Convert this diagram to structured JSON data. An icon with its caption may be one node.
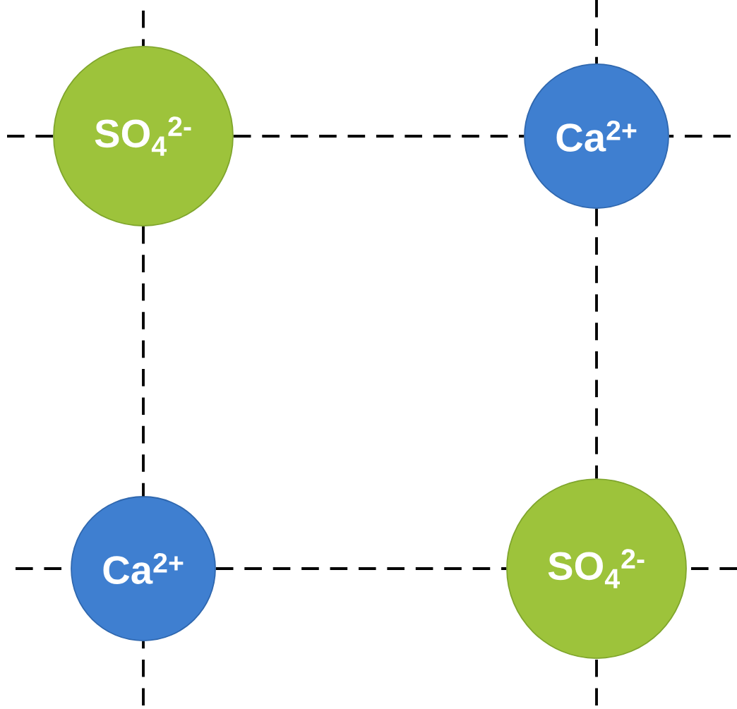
{
  "diagram": {
    "nodes": [
      {
        "text": [
          "SO$_{4}$$^{2-}$"
        ]
      },
      {
        "text": [
          "Ca$^{2+}$"
        ]
      },
      {
        "text": [
          "Ca$^{2+}$"
        ]
      },
      {
        "text": [
          "SO$_{4}$$^{2-}$"
        ]
      }
    ],
    "edges": [
      {
        "from": 0,
        "to": 1,
        "arrow": "none",
        "style": "dashed"
      },
      {
        "from": 0,
        "to": 2,
        "arrow": "none",
        "style": "dashed"
      },
      {
        "from": 1,
        "to": 3,
        "arrow": "none",
        "style": "dashed"
      },
      {
        "from": 2,
        "to": 3,
        "arrow": "none",
        "style": "dashed"
      },
      {
        "from": null,
        "to": 0,
        "arrow": "none",
        "style": "dashed"
      },
      {
        "from": null,
        "to": 0,
        "arrow": "none",
        "style": "dashed"
      },
      {
        "from": null,
        "to": 1,
        "arrow": "none",
        "style": "dashed"
      },
      {
        "from": null,
        "to": 1,
        "arrow": "none",
        "style": "dashed"
      },
      {
        "from": null,
        "to": 2,
        "arrow": "none",
        "style": "dashed"
      },
      {
        "from": null,
        "to": 2,
        "arrow": "none",
        "style": "dashed"
      },
      {
        "from": null,
        "to": 3,
        "arrow": "none",
        "style": "dashed"
      },
      {
        "from": null,
        "to": 3,
        "arrow": "none",
        "style": "dashed"
      }
    ]
  }
}
